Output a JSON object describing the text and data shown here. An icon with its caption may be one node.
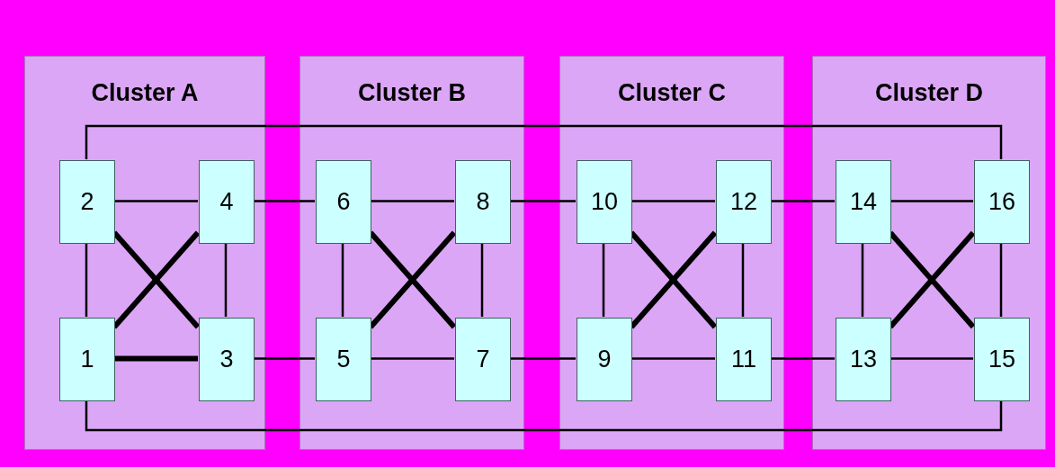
{
  "diagram": {
    "nodes": [
      {
        "text": [
          "Cluster A"
        ]
      },
      {
        "text": [
          "Cluster B"
        ]
      },
      {
        "text": [
          "Cluster C"
        ]
      },
      {
        "text": [
          "Cluster D"
        ]
      },
      {
        "text": [
          "2"
        ],
        "in": 0
      },
      {
        "text": [
          "4"
        ],
        "in": 0
      },
      {
        "text": [
          "1"
        ],
        "in": 0
      },
      {
        "text": [
          "3"
        ],
        "in": 0
      },
      {
        "text": [
          "6"
        ],
        "in": 1
      },
      {
        "text": [
          "8"
        ],
        "in": 1
      },
      {
        "text": [
          "5"
        ],
        "in": 1
      },
      {
        "text": [
          "7"
        ],
        "in": 1
      },
      {
        "text": [
          "10"
        ],
        "in": 2
      },
      {
        "text": [
          "12"
        ],
        "in": 2
      },
      {
        "text": [
          "9"
        ],
        "in": 2
      },
      {
        "text": [
          "11"
        ],
        "in": 2
      },
      {
        "text": [
          "14"
        ],
        "in": 3
      },
      {
        "text": [
          "16"
        ],
        "in": 3
      },
      {
        "text": [
          "13"
        ],
        "in": 3
      },
      {
        "text": [
          "15"
        ],
        "in": 3
      }
    ],
    "edges": [
      {
        "from": 4,
        "to": 5,
        "arrow": "none"
      },
      {
        "from": 6,
        "to": 7,
        "arrow": "none",
        "style": "thick"
      },
      {
        "from": 4,
        "to": 6,
        "arrow": "none"
      },
      {
        "from": 5,
        "to": 7,
        "arrow": "none"
      },
      {
        "from": 4,
        "to": 7,
        "arrow": "none",
        "style": "thick"
      },
      {
        "from": 5,
        "to": 6,
        "arrow": "none",
        "style": "thick"
      },
      {
        "from": 8,
        "to": 9,
        "arrow": "none"
      },
      {
        "from": 10,
        "to": 11,
        "arrow": "none"
      },
      {
        "from": 8,
        "to": 10,
        "arrow": "none"
      },
      {
        "from": 9,
        "to": 11,
        "arrow": "none"
      },
      {
        "from": 8,
        "to": 11,
        "arrow": "none",
        "style": "thick"
      },
      {
        "from": 9,
        "to": 10,
        "arrow": "none",
        "style": "thick"
      },
      {
        "from": 12,
        "to": 13,
        "arrow": "none"
      },
      {
        "from": 14,
        "to": 15,
        "arrow": "none"
      },
      {
        "from": 12,
        "to": 14,
        "arrow": "none"
      },
      {
        "from": 13,
        "to": 15,
        "arrow": "none"
      },
      {
        "from": 12,
        "to": 15,
        "arrow": "none",
        "style": "thick"
      },
      {
        "from": 13,
        "to": 14,
        "arrow": "none",
        "style": "thick"
      },
      {
        "from": 16,
        "to": 17,
        "arrow": "none"
      },
      {
        "from": 18,
        "to": 19,
        "arrow": "none"
      },
      {
        "from": 16,
        "to": 18,
        "arrow": "none"
      },
      {
        "from": 17,
        "to": 19,
        "arrow": "none"
      },
      {
        "from": 16,
        "to": 19,
        "arrow": "none",
        "style": "thick"
      },
      {
        "from": 17,
        "to": 18,
        "arrow": "none",
        "style": "thick"
      },
      {
        "from": 5,
        "to": 8,
        "arrow": "none"
      },
      {
        "from": 7,
        "to": 10,
        "arrow": "none"
      },
      {
        "from": 9,
        "to": 12,
        "arrow": "none"
      },
      {
        "from": 11,
        "to": 14,
        "arrow": "none"
      },
      {
        "from": 13,
        "to": 16,
        "arrow": "none"
      },
      {
        "from": 15,
        "to": 18,
        "arrow": "none"
      },
      {
        "from": 4,
        "to": 17,
        "arrow": "none"
      },
      {
        "from": 6,
        "to": 19,
        "arrow": "none"
      }
    ]
  }
}
